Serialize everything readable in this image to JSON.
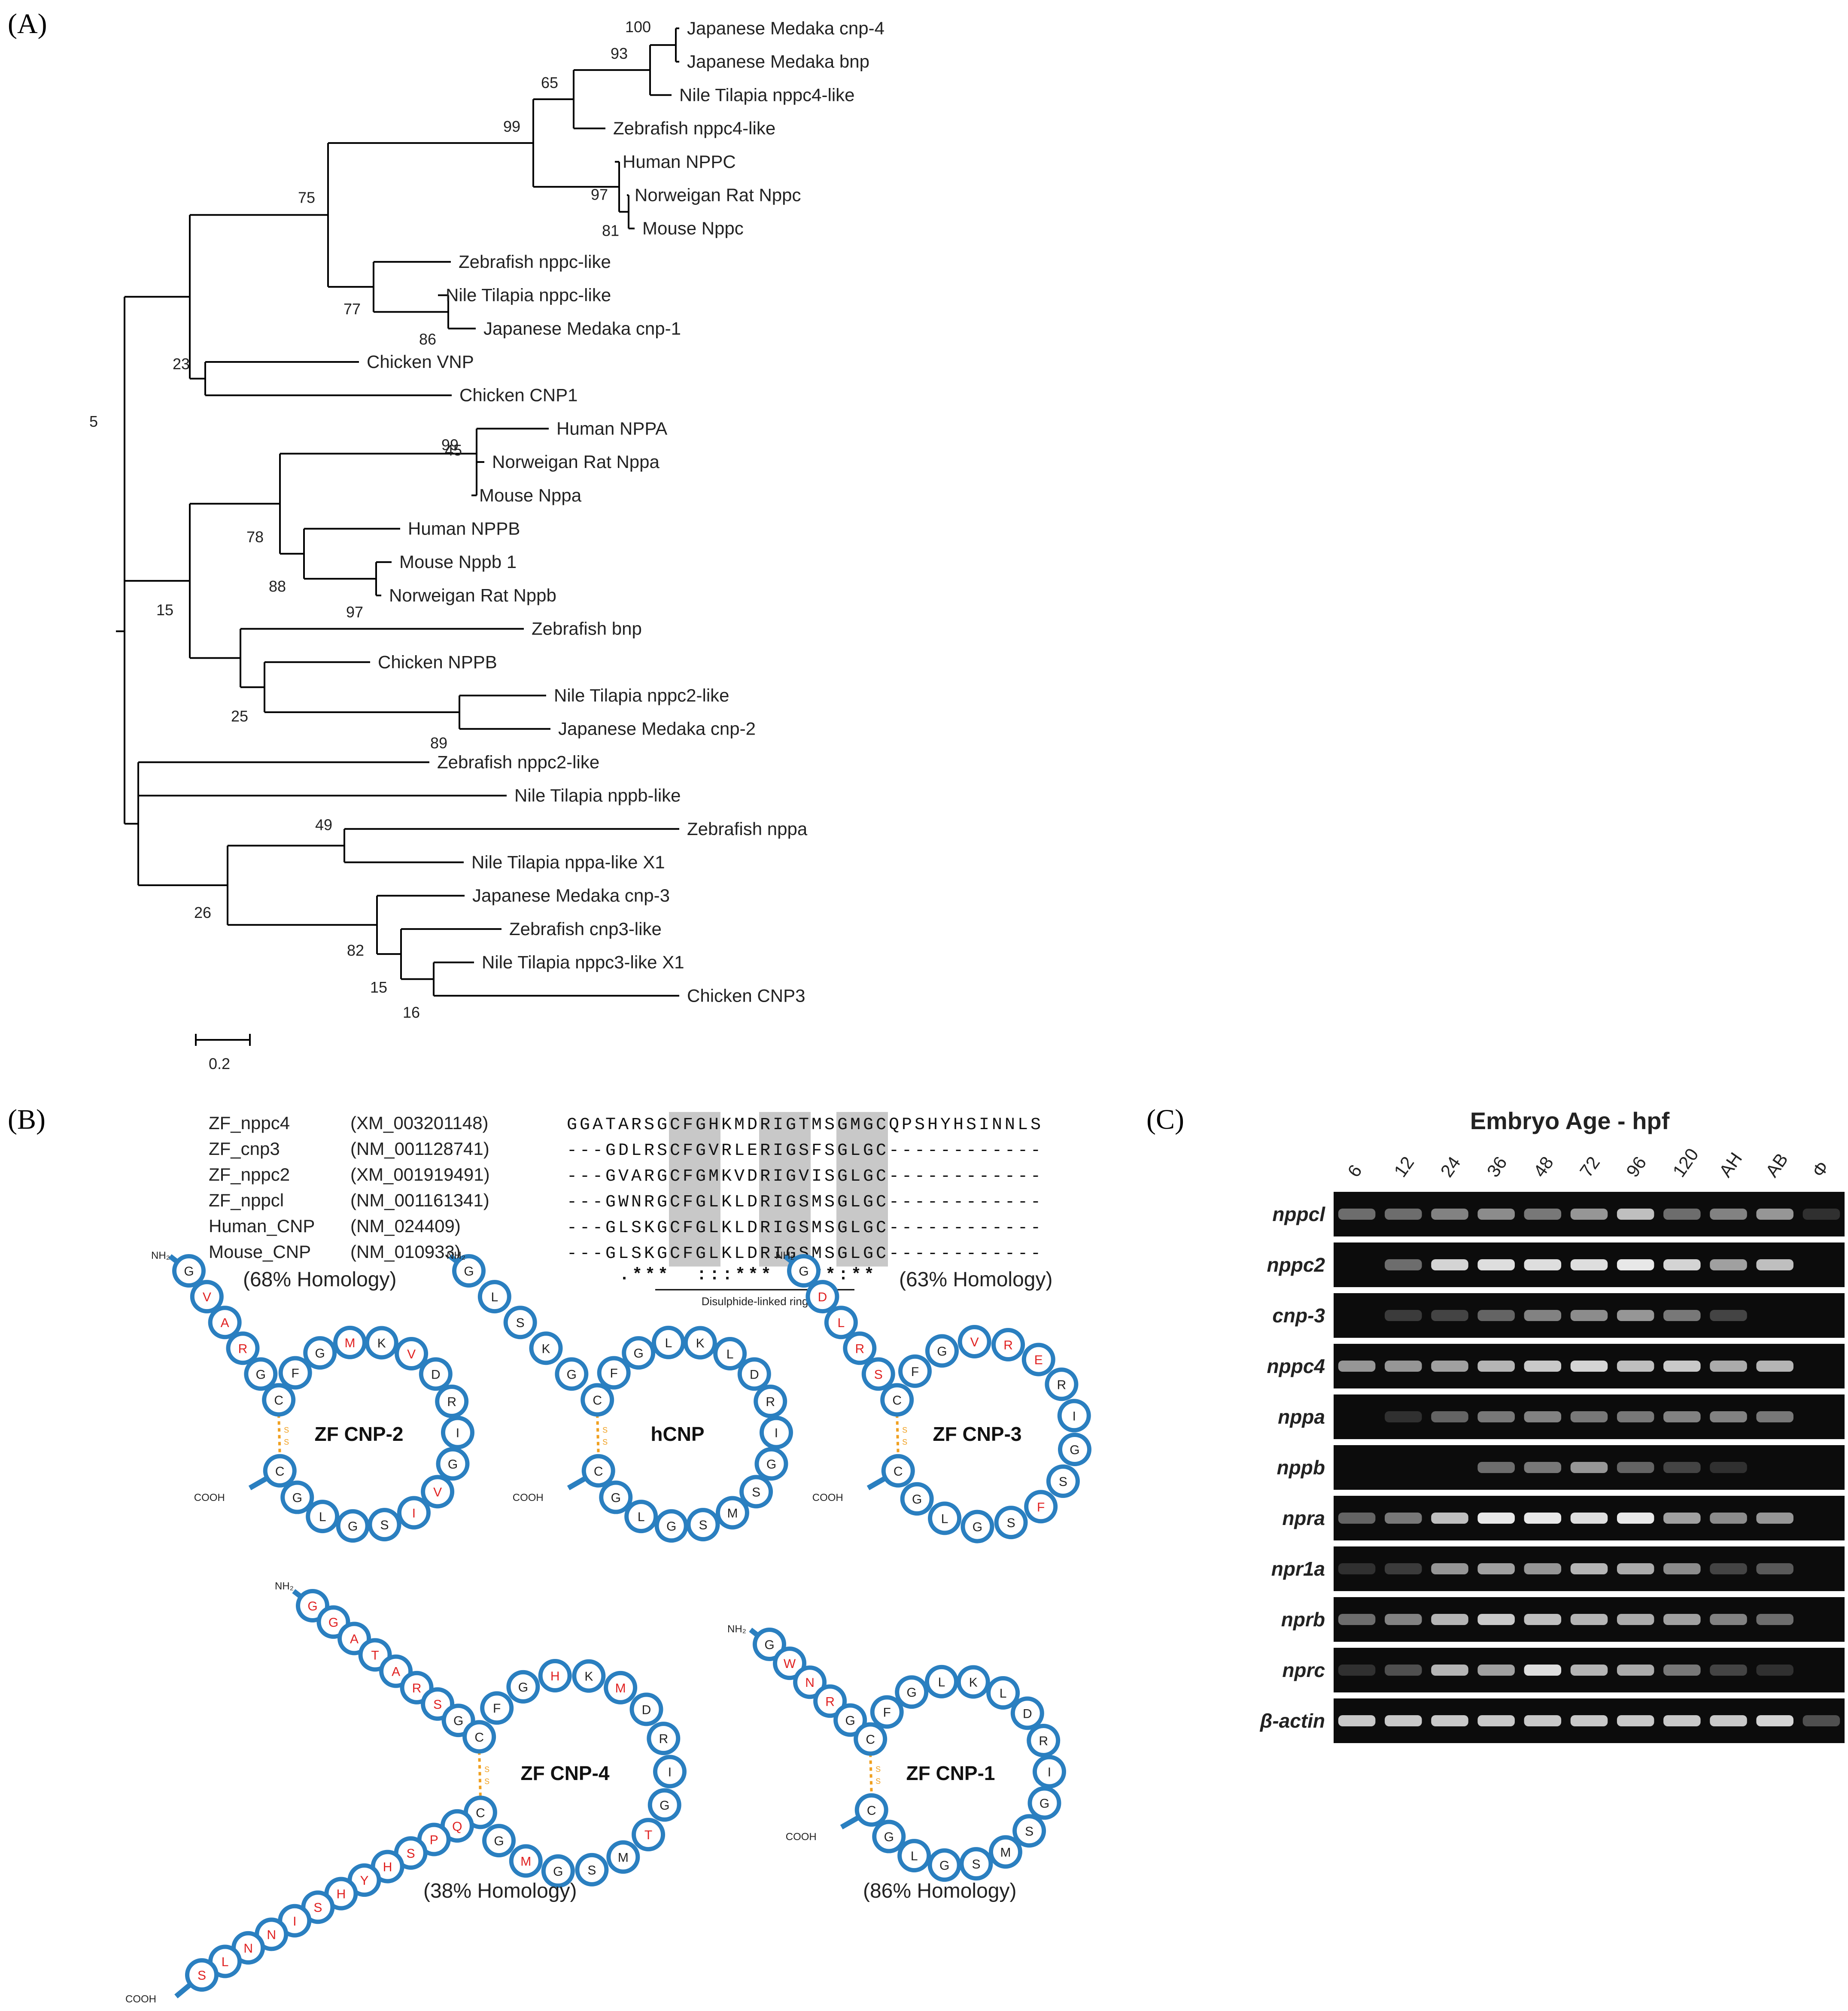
{
  "panels": {
    "a_label": "(A)",
    "b_label": "(B)",
    "c_label": "(C)"
  },
  "tree": {
    "taxa": [
      "Japanese Medaka cnp-4",
      "Japanese Medaka bnp",
      "Nile Tilapia nppc4-like",
      "Zebrafish nppc4-like",
      "Human NPPC",
      "Norweigan Rat Nppc",
      "Mouse Nppc",
      "Zebrafish nppc-like",
      "Nile Tilapia nppc-like",
      "Japanese Medaka cnp-1",
      "Chicken VNP",
      "Chicken CNP1",
      "Human NPPA",
      "Norweigan Rat Nppa",
      "Mouse Nppa",
      "Human NPPB",
      "Mouse Nppb 1",
      "Norweigan Rat Nppb",
      "Zebrafish bnp",
      "Chicken NPPB",
      "Nile Tilapia nppc2-like",
      "Japanese Medaka cnp-2",
      "Zebrafish nppc2-like",
      "Nile Tilapia nppb-like",
      "Zebrafish nppa",
      "Nile Tilapia nppa-like X1",
      "Japanese Medaka cnp-3",
      "Zebrafish cnp3-like",
      "Nile Tilapia nppc3-like X1",
      "Chicken CNP3"
    ],
    "bootstrap": [
      "100",
      "93",
      "65",
      "99",
      "97",
      "81",
      "75",
      "77",
      "86",
      "23",
      "5",
      "45",
      "99",
      "78",
      "88",
      "97",
      "15",
      "25",
      "89",
      "49",
      "26",
      "82",
      "15",
      "16"
    ],
    "scale_label": "0.2"
  },
  "alignment": {
    "rows": [
      {
        "name": "ZF_nppc4",
        "acc": "(XM_003201148)",
        "seq": "GGATARSGCFGHKMDRIGTMSGMGCQPSHYHSINNLS"
      },
      {
        "name": "ZF_cnp3",
        "acc": "(NM_001128741)",
        "seq": "---GDLRSCFGVRLERIGSFSGLGC------------"
      },
      {
        "name": "ZF_nppc2",
        "acc": "(XM_001919491)",
        "seq": "---GVARGCFGMKVDRIGVISGLGC------------"
      },
      {
        "name": "ZF_nppcl",
        "acc": "(NM_001161341)",
        "seq": "---GWNRGCFGLKLDRIGSMSGLGC------------"
      },
      {
        "name": "Human_CNP",
        "acc": "(NM_024409)",
        "seq": "---GLSKGCFGLKLDRIGSMSGLGC------------"
      },
      {
        "name": "Mouse_CNP",
        "acc": "(NM_010933)",
        "seq": "---GLSKGCFGLKLDRIGSMSGLGC------------"
      }
    ],
    "consensus": ".***  :::***  :**:**",
    "ring_label": "Disulphide-linked ring"
  },
  "peptides": [
    {
      "title": "ZF CNP-2",
      "homology": "(68% Homology)",
      "nterm": "NH₂",
      "cterm": "COOH",
      "tail": [
        "G",
        "V",
        "A",
        "R",
        "G"
      ],
      "tail_red": [
        false,
        true,
        true,
        true,
        false
      ],
      "ring": [
        "C",
        "F",
        "G",
        "M",
        "K",
        "V",
        "D",
        "R",
        "I",
        "G",
        "V",
        "I",
        "S",
        "G",
        "L",
        "G",
        "C"
      ],
      "ring_red": [
        false,
        false,
        false,
        true,
        false,
        true,
        false,
        false,
        false,
        false,
        true,
        true,
        false,
        false,
        false,
        false,
        false
      ],
      "ctail": [],
      "ctail_red": []
    },
    {
      "title": "hCNP",
      "homology": "",
      "nterm": "NH₂",
      "cterm": "COOH",
      "tail": [
        "G",
        "L",
        "S",
        "K",
        "G"
      ],
      "tail_red": [
        false,
        false,
        false,
        false,
        false
      ],
      "ring": [
        "C",
        "F",
        "G",
        "L",
        "K",
        "L",
        "D",
        "R",
        "I",
        "G",
        "S",
        "M",
        "S",
        "G",
        "L",
        "G",
        "C"
      ],
      "ring_red": [
        false,
        false,
        false,
        false,
        false,
        false,
        false,
        false,
        false,
        false,
        false,
        false,
        false,
        false,
        false,
        false,
        false
      ],
      "ctail": [],
      "ctail_red": []
    },
    {
      "title": "ZF CNP-3",
      "homology": "(63% Homology)",
      "nterm": "NH₂",
      "cterm": "COOH",
      "tail": [
        "G",
        "D",
        "L",
        "R",
        "S"
      ],
      "tail_red": [
        false,
        true,
        true,
        true,
        true
      ],
      "ring": [
        "C",
        "F",
        "G",
        "V",
        "R",
        "E",
        "R",
        "I",
        "G",
        "S",
        "F",
        "S",
        "G",
        "L",
        "G",
        "C"
      ],
      "ring_red": [
        false,
        false,
        false,
        true,
        true,
        true,
        false,
        false,
        false,
        false,
        true,
        false,
        false,
        false,
        false,
        false
      ],
      "ctail": [],
      "ctail_red": []
    },
    {
      "title": "ZF CNP-4",
      "homology": "(38% Homology)",
      "nterm": "NH₂",
      "cterm": "COOH",
      "tail": [
        "G",
        "G",
        "A",
        "T",
        "A",
        "R",
        "S",
        "G"
      ],
      "tail_red": [
        true,
        true,
        true,
        true,
        true,
        true,
        true,
        false
      ],
      "ring": [
        "C",
        "F",
        "G",
        "H",
        "K",
        "M",
        "D",
        "R",
        "I",
        "G",
        "T",
        "M",
        "S",
        "G",
        "M",
        "G",
        "C"
      ],
      "ring_red": [
        false,
        false,
        false,
        true,
        false,
        true,
        false,
        false,
        false,
        false,
        true,
        false,
        false,
        false,
        true,
        false,
        false
      ],
      "ctail": [
        "Q",
        "P",
        "S",
        "H",
        "Y",
        "H",
        "S",
        "I",
        "N",
        "N",
        "L",
        "S"
      ],
      "ctail_red": [
        true,
        true,
        true,
        true,
        true,
        true,
        true,
        true,
        true,
        true,
        true,
        true
      ]
    },
    {
      "title": "ZF CNP-1",
      "homology": "(86% Homology)",
      "nterm": "NH₂",
      "cterm": "COOH",
      "tail": [
        "G",
        "W",
        "N",
        "R",
        "G"
      ],
      "tail_red": [
        false,
        true,
        true,
        true,
        false
      ],
      "ring": [
        "C",
        "F",
        "G",
        "L",
        "K",
        "L",
        "D",
        "R",
        "I",
        "G",
        "S",
        "M",
        "S",
        "G",
        "L",
        "G",
        "C"
      ],
      "ring_red": [
        false,
        false,
        false,
        false,
        false,
        false,
        false,
        false,
        false,
        false,
        false,
        false,
        false,
        false,
        false,
        false,
        false
      ],
      "ctail": [],
      "ctail_red": []
    }
  ],
  "gel": {
    "title": "Embryo Age - hpf",
    "lanes": [
      "6",
      "12",
      "24",
      "36",
      "48",
      "72",
      "96",
      "120",
      "AH",
      "AB",
      "Φ"
    ],
    "genes": [
      {
        "name": "nppcl",
        "intensity": [
          0.35,
          0.35,
          0.45,
          0.5,
          0.4,
          0.55,
          0.75,
          0.35,
          0.45,
          0.55,
          0.05
        ]
      },
      {
        "name": "nppc2",
        "intensity": [
          0.0,
          0.35,
          0.85,
          0.9,
          0.9,
          0.9,
          0.95,
          0.85,
          0.6,
          0.75,
          0.0
        ]
      },
      {
        "name": "cnp-3",
        "intensity": [
          0.0,
          0.1,
          0.15,
          0.3,
          0.45,
          0.5,
          0.55,
          0.4,
          0.15,
          0.0,
          0.0
        ]
      },
      {
        "name": "nppc4",
        "intensity": [
          0.55,
          0.55,
          0.6,
          0.7,
          0.8,
          0.85,
          0.75,
          0.8,
          0.65,
          0.7,
          0.0
        ]
      },
      {
        "name": "nppa",
        "intensity": [
          0.0,
          0.05,
          0.3,
          0.4,
          0.45,
          0.4,
          0.4,
          0.45,
          0.45,
          0.4,
          0.0
        ]
      },
      {
        "name": "nppb",
        "intensity": [
          0.0,
          0.0,
          0.0,
          0.35,
          0.4,
          0.55,
          0.3,
          0.15,
          0.05,
          0.0,
          0.0
        ]
      },
      {
        "name": "npra",
        "intensity": [
          0.3,
          0.4,
          0.75,
          0.95,
          0.95,
          0.9,
          0.95,
          0.6,
          0.5,
          0.55,
          0.0
        ]
      },
      {
        "name": "npr1a",
        "intensity": [
          0.05,
          0.1,
          0.55,
          0.6,
          0.55,
          0.7,
          0.65,
          0.5,
          0.15,
          0.25,
          0.0
        ]
      },
      {
        "name": "nprb",
        "intensity": [
          0.35,
          0.45,
          0.7,
          0.8,
          0.75,
          0.7,
          0.65,
          0.6,
          0.45,
          0.35,
          0.0
        ]
      },
      {
        "name": "nprc",
        "intensity": [
          0.05,
          0.2,
          0.7,
          0.6,
          0.9,
          0.7,
          0.65,
          0.4,
          0.15,
          0.05,
          0.0
        ]
      },
      {
        "name": "β-actin",
        "intensity": [
          0.8,
          0.8,
          0.8,
          0.8,
          0.8,
          0.8,
          0.8,
          0.8,
          0.8,
          0.85,
          0.2
        ]
      }
    ]
  }
}
